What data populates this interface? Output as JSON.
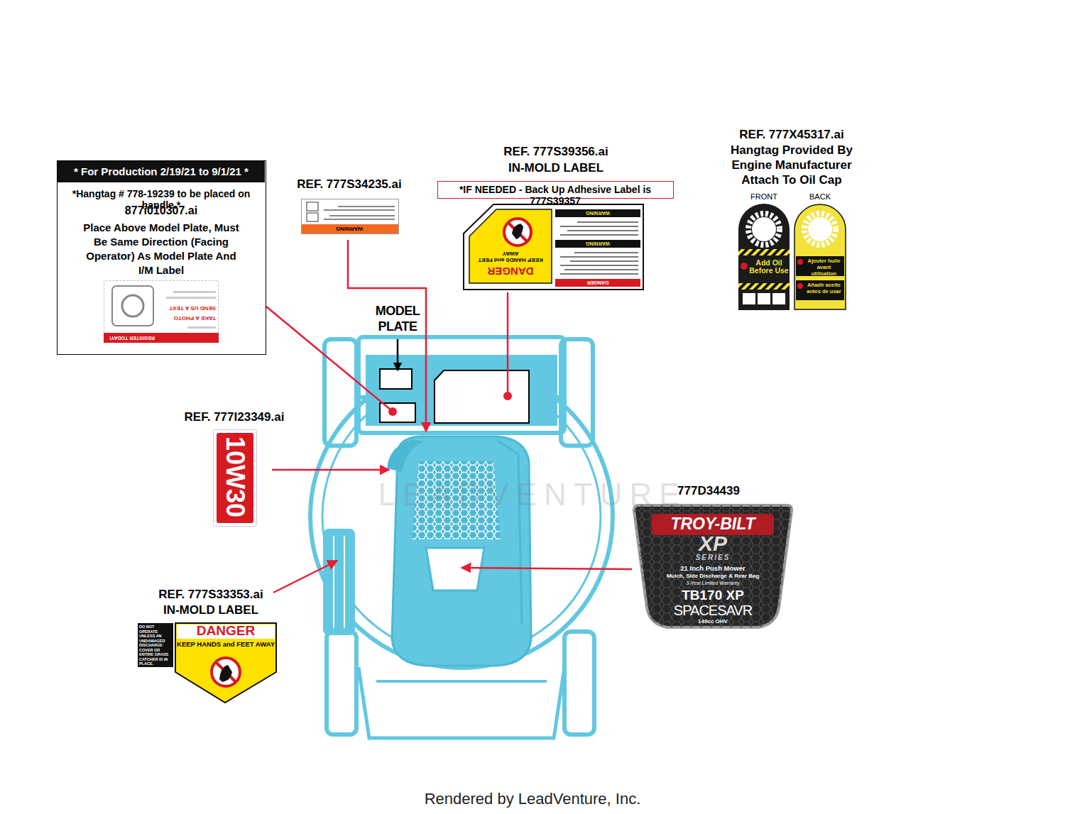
{
  "diagram": {
    "caption": "Rendered by LeadVenture, Inc.",
    "nodes": [
      {
        "text": [
          "*Hangtag # 778-19239 to be placed on handle.*",
          "877i010307.ai",
          "Place Above Model Plate, Must Be Same Direction (Facing Operator) As Model Plate And I/M Label"
        ]
      },
      {
        "text": [
          "* For Production 2/19/21 to 9/1/21 *"
        ],
        "in": 0
      },
      {
        "text": [
          "REGISTER TODAY!",
          "TAKE A PHOTO",
          "SEND US A TEXT"
        ],
        "in": 0
      },
      {
        "text": [
          "WARNING"
        ]
      },
      {
        "text": [
          "DANGER",
          "KEEP HANDS and FEET AWAY",
          "WARNING",
          "WARNING",
          "DANGER"
        ]
      },
      {
        "text": [
          "*IF NEEDED - Back Up Adhesive Label is 777S39357"
        ]
      },
      {
        "text": [
          "Add Oil Before Use"
        ]
      },
      {
        "text": [
          "Ajouter huile avant utilisation",
          "Añadir aceite antes de usar"
        ]
      },
      {
        "text": [
          "10W30"
        ]
      },
      {
        "text": [
          "TROY-BILT",
          "XP",
          "SERIES",
          "21 Inch Push Mower",
          "Mulch, Side Discharge & Rear Bag",
          "3-Year Limited Warranty",
          "TB170 XP",
          "SPACESAVR",
          "149cc OHV"
        ]
      },
      {
        "text": [
          "DO NOT OPERATE UNLESS AN UNDAMAGED DISCHARGE COVER OR ENTIRE GRASS CATCHER IS IN PLACE.",
          "DANGER",
          "KEEP HANDS and FEET AWAY"
        ]
      }
    ],
    "labels": [
      "REF. 777S34235.ai",
      "REF. 777S39356.ai",
      "IN-MOLD LABEL",
      "REF. 777X45317.ai",
      "Hangtag Provided By Engine Manufacturer Attach To Oil Cap",
      "FRONT",
      "BACK",
      "MODEL PLATE",
      "REF. 777I23349.ai",
      "777D34439",
      "REF. 777S33353.ai",
      "IN-MOLD LABEL",
      "LEADVENTURE"
    ]
  }
}
